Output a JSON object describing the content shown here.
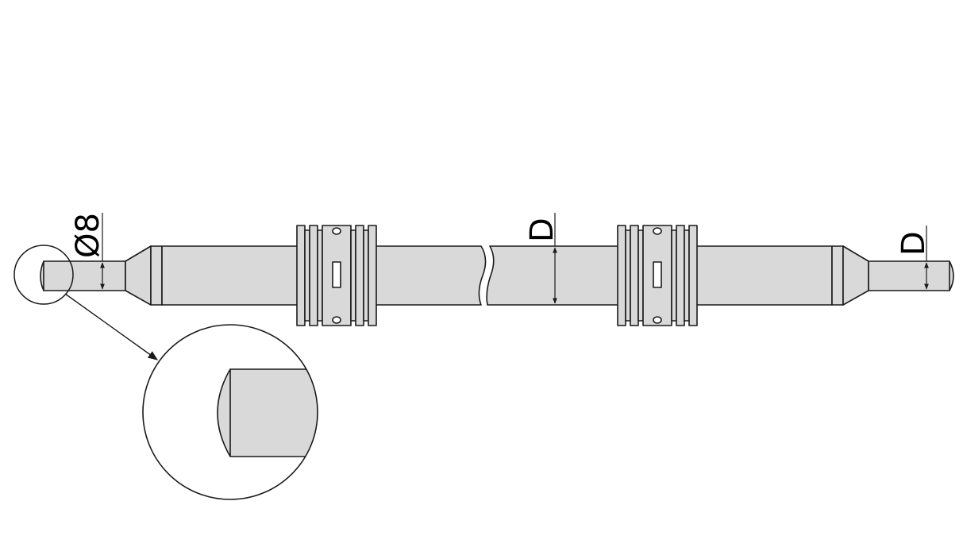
{
  "labels": {
    "left_tip_diameter": "Ø8",
    "main_shaft_diameter": "D",
    "right_tip_diameter": "D"
  },
  "colors": {
    "part_fill": "#d9d9d9",
    "stroke": "#1a1a1a",
    "background": "#ffffff"
  }
}
